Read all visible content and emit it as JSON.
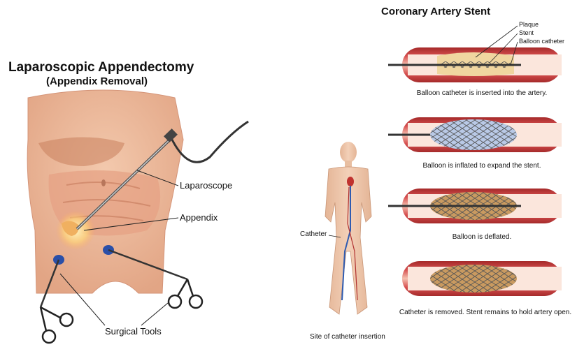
{
  "laparoscopy": {
    "title": "Laparoscopic Appendectomy",
    "subtitle": "(Appendix Removal)",
    "labels": {
      "laparoscope": "Laparoscope",
      "appendix": "Appendix",
      "surgical_tools": "Surgical Tools"
    }
  },
  "stent": {
    "title": "Coronary Artery Stent",
    "part_labels": {
      "plaque": "Plaque",
      "stent": "Stent",
      "balloon_catheter": "Balloon catheter"
    },
    "steps": [
      "Balloon catheter is inserted into the artery.",
      "Balloon is inflated to expand the stent.",
      "Balloon is deflated.",
      "Catheter is removed. Stent remains to hold artery open."
    ],
    "body_labels": {
      "catheter": "Catheter",
      "site": "Site of catheter insertion"
    }
  }
}
